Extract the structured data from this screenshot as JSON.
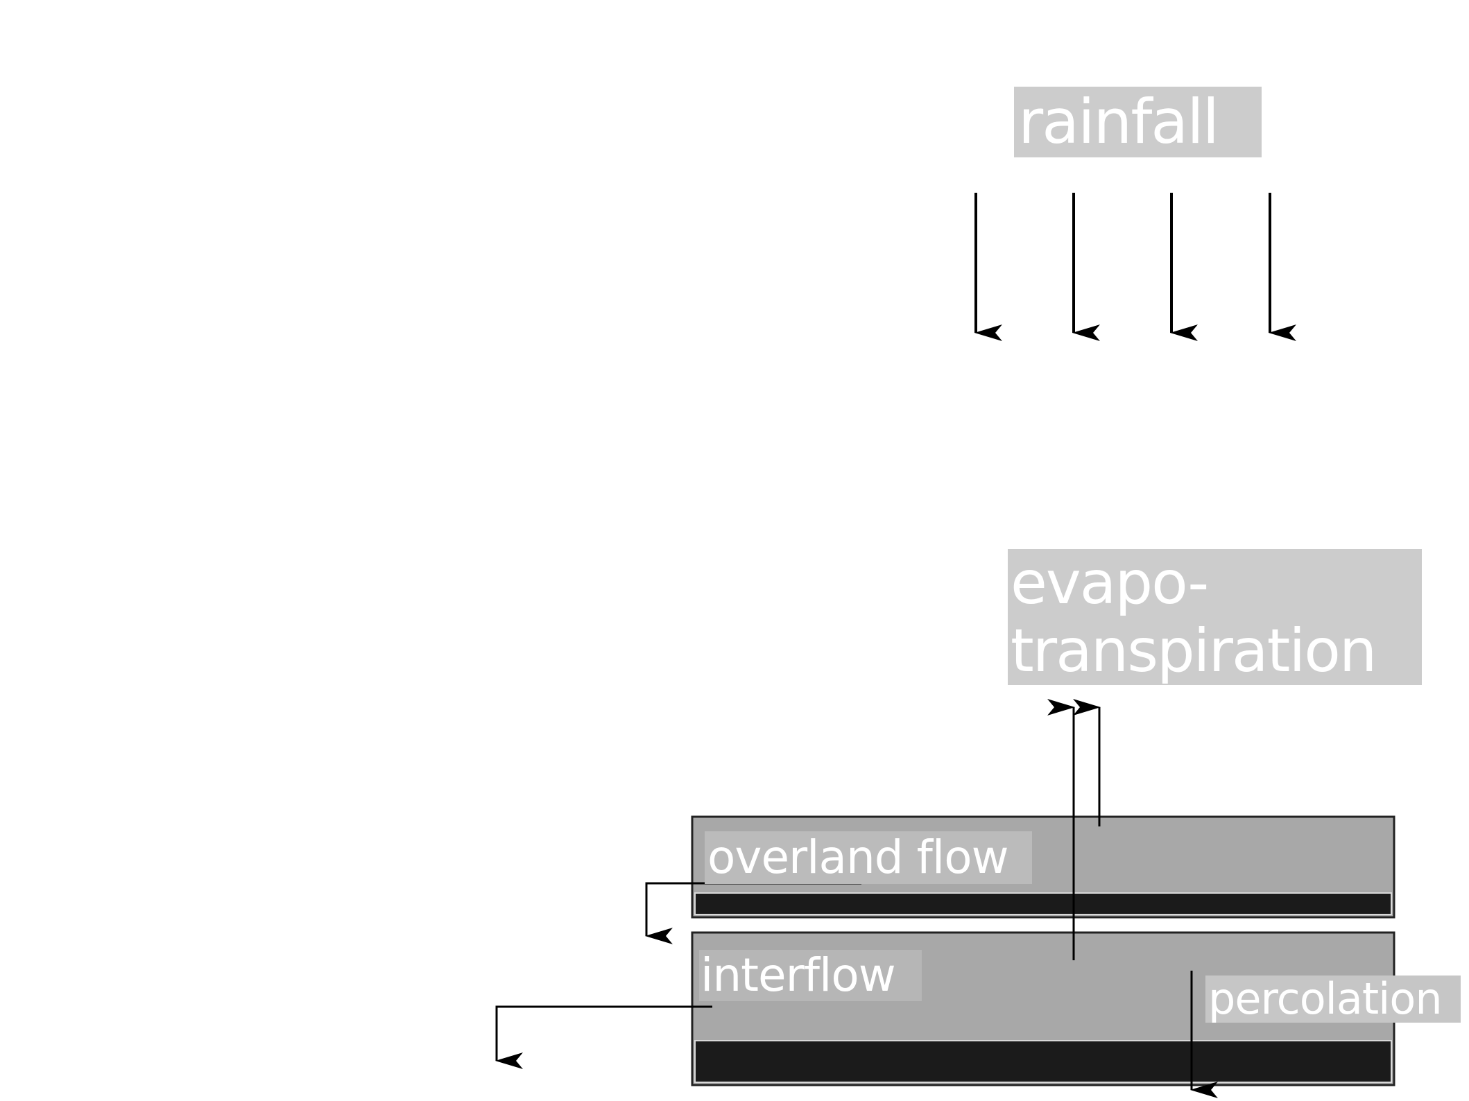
{
  "labels": {
    "rainfall": "rainfall",
    "evapotranspiration_line1": "evapo-",
    "evapotranspiration_line2": "transpiration",
    "overland_flow": "overland flow",
    "interflow": "interflow",
    "percolation": "percolation"
  },
  "colors": {
    "layer_fill": "#a8a8a8",
    "layer_base": "#1b1b1b",
    "arrow": "#000000",
    "label_text": "#ffffff"
  }
}
